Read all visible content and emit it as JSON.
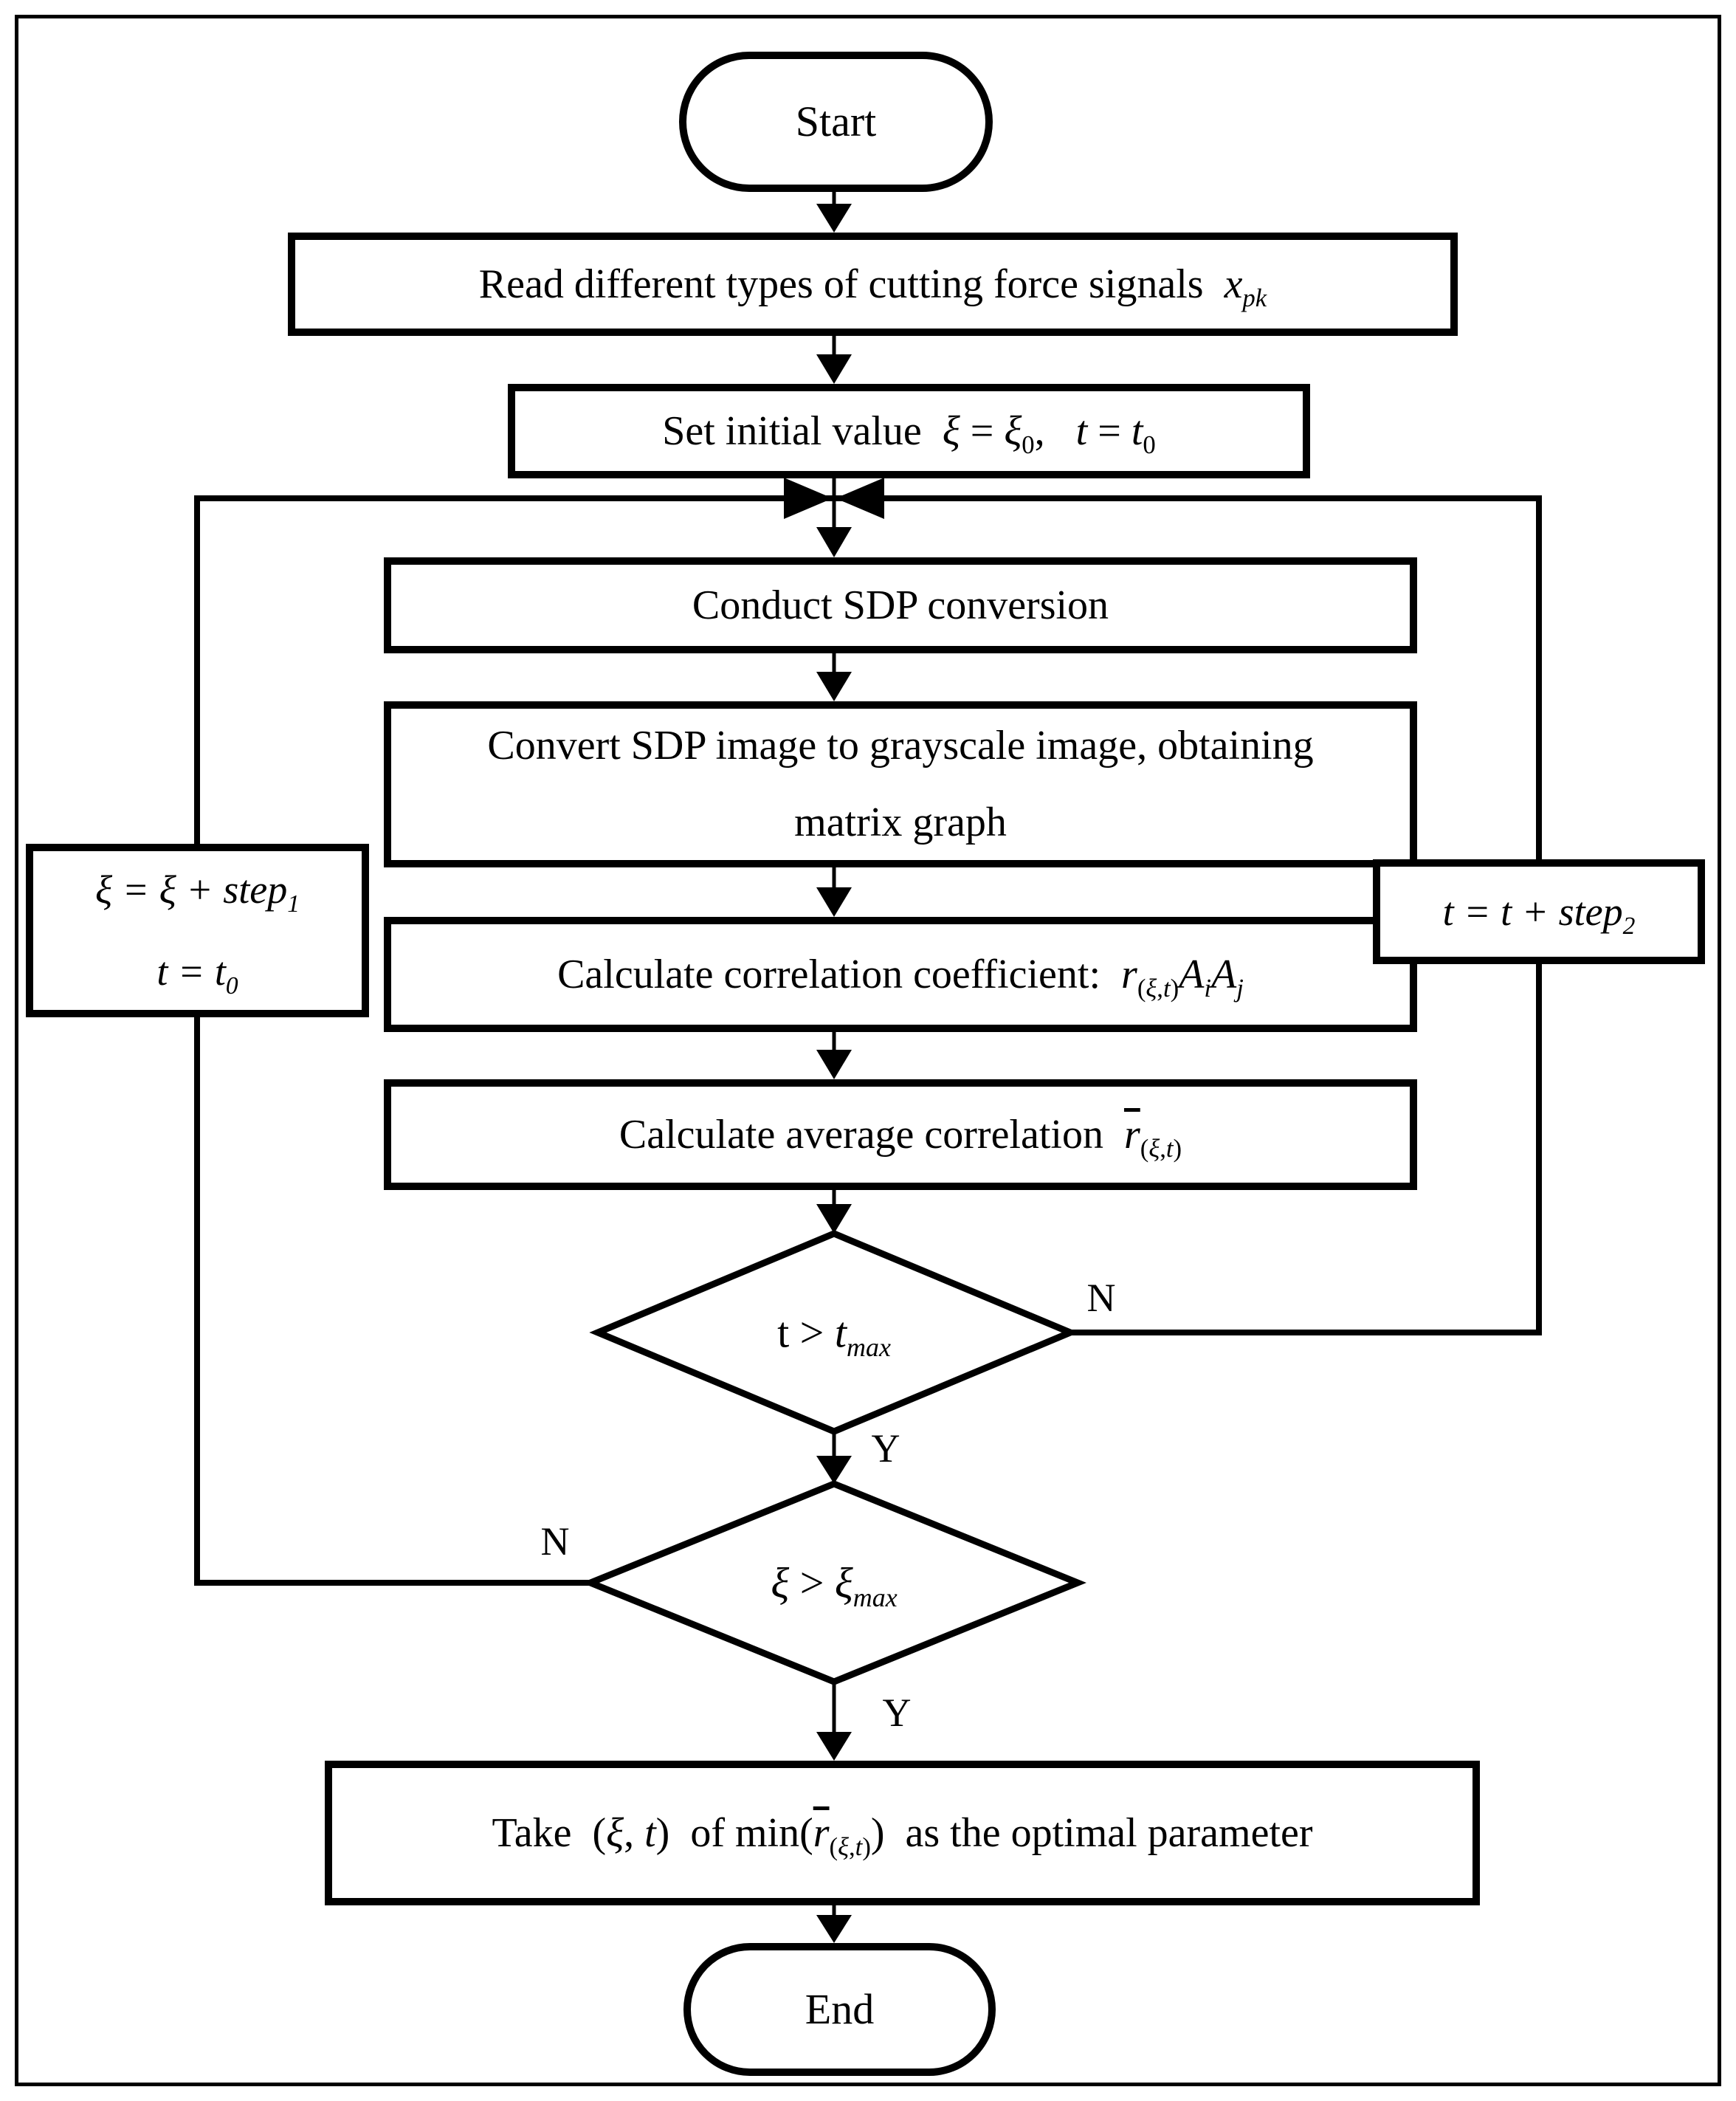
{
  "figure": {
    "background": "#ffffff",
    "line_color": "#000000",
    "title": "Parameter optimization flowchart for SDP conversion"
  },
  "nodes": {
    "start": {
      "type": "terminator",
      "label": "Start"
    },
    "read": {
      "type": "process",
      "label_html": "Read different types of cutting force signals&nbsp; <i>x<sub>pk</sub></i>"
    },
    "set_initial": {
      "type": "process",
      "label_html": "Set initial value&nbsp; <i>&xi;</i> = <i>&xi;</i><sub>0</sub>,&nbsp;&nbsp; <i>t</i> = <i>t</i><sub>0</sub>"
    },
    "conduct_sdp": {
      "type": "process",
      "label_html": "Conduct SDP conversion"
    },
    "convert_grayscale": {
      "type": "process",
      "label_html": "Convert SDP image to grayscale image, obtaining<br>matrix graph"
    },
    "calc_correlation": {
      "type": "process",
      "label_html": "Calculate correlation coefficient:&nbsp; <i>r</i><sub>(<i>&xi;</i>,<i>t</i>)</sub><i>A</i><sub><i>i</i></sub><i>A</i><sub><i>j</i></sub>"
    },
    "calc_average": {
      "type": "process",
      "label_html": "Calculate average correlation&nbsp; <span class=\"ov\"><i>r</i></span><sub>(<i>&xi;</i>,<i>t</i>)</sub>"
    },
    "decision_t": {
      "type": "decision",
      "label_html": "t &gt; <i>t<sub>max</sub></i>"
    },
    "decision_xi": {
      "type": "decision",
      "label_html": "<i>&xi;</i> &gt; <i>&xi;<sub>max</sub></i>"
    },
    "update_xi": {
      "type": "process",
      "line1_html": "<i>&xi;</i> = <i>&xi;</i> + <i>step</i><sub>1</sub>",
      "line2_html": "<i>t</i> = <i>t</i><sub>0</sub>"
    },
    "update_t": {
      "type": "process",
      "label_html": "<i>t</i> = <i>t</i> + <i>step</i><sub>2</sub>"
    },
    "take_optimal": {
      "type": "process",
      "label_html": "Take&nbsp; (<i>&xi;</i>, <i>t</i>)&nbsp; of min(<span class=\"ov\"><i>r</i></span><sub>(<i>&xi;</i>,<i>t</i>)</sub>)&nbsp; as the optimal parameter"
    },
    "end": {
      "type": "terminator",
      "label": "End"
    }
  },
  "branch_labels": {
    "decision_t_no": "N",
    "decision_t_yes": "Y",
    "decision_xi_no": "N",
    "decision_xi_yes": "Y"
  }
}
